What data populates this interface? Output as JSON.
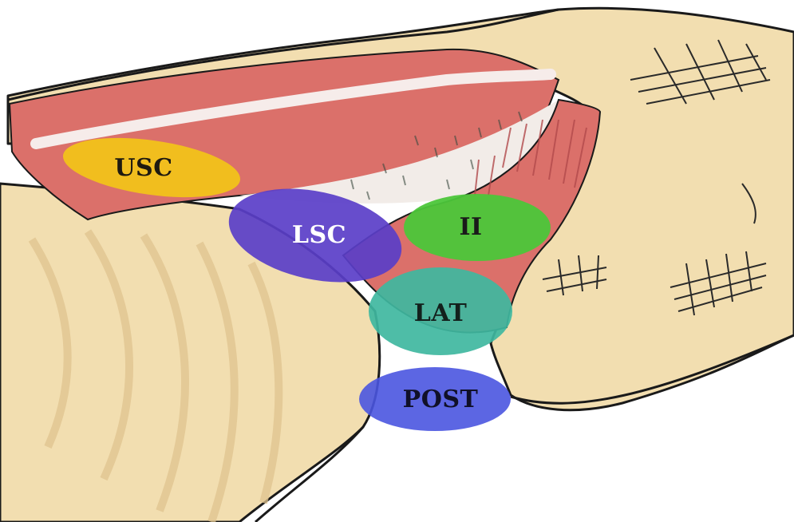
{
  "diagram": {
    "colors": {
      "background": "#ffffff",
      "skin": "#f2deb0",
      "skin_shadow": "#e3c896",
      "outline": "#1a1a1a",
      "muscle": "#db706a",
      "muscle_dark": "#c9575a",
      "tendon": "#f6ecea",
      "fascia": "#f2ece8"
    },
    "regions": [
      {
        "key": "usc",
        "label": "USC",
        "fill": "#f2c21a",
        "text_color": "#1f1a10"
      },
      {
        "key": "lsc",
        "label": "LSC",
        "fill": "#5a3ec8",
        "text_color": "#ffffff"
      },
      {
        "key": "ii",
        "label": "II",
        "fill": "#4cc63a",
        "text_color": "#1a1a1a"
      },
      {
        "key": "lat",
        "label": "LAT",
        "fill": "#3fb7a0",
        "text_color": "#13201c"
      },
      {
        "key": "post",
        "label": "POST",
        "fill": "#4a55e0",
        "text_color": "#101028"
      }
    ]
  }
}
